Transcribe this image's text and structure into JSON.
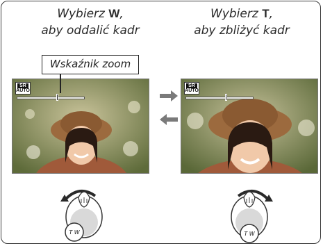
{
  "left_caption": {
    "line1_prefix": "Wybierz ",
    "key": "W",
    "line1_suffix": ",",
    "line2": "aby oddalić kadr"
  },
  "right_caption": {
    "line1_prefix": "Wybierz ",
    "key": "T",
    "line1_suffix": ",",
    "line2": "aby zbliżyć kadr"
  },
  "callout": {
    "label": "Wskaźnik zoom"
  },
  "mode_icon": {
    "top": "SR",
    "bottom": "AUTO"
  },
  "zoom": {
    "left_position": 0.6,
    "right_position": 0.6
  },
  "dial": {
    "label": "T  W"
  },
  "icons": {
    "arrow_right": "arrow-right",
    "arrow_left": "arrow-left",
    "rotate_ccw": "rotate-counterclockwise",
    "rotate_cw": "rotate-clockwise"
  },
  "colors": {
    "arrow": "#7a7a7a",
    "frame": "#3a3a3a"
  }
}
